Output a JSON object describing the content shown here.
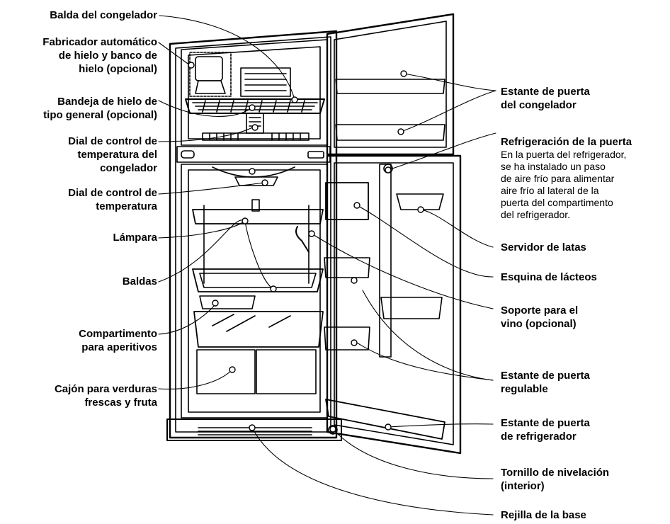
{
  "labels": {
    "balda_congelador": "Balda del congelador",
    "fabricador_hielo": "Fabricador automático\nde hielo y banco de\nhielo (opcional)",
    "bandeja_hielo": "Bandeja de hielo de\ntipo general (opcional)",
    "dial_congelador": "Dial de control de\ntemperatura del\ncongelador",
    "dial_temperatura": "Dial de control de\ntemperatura",
    "lampara": "Lámpara",
    "baldas": "Baldas",
    "compartimento_aperitivos": "Compartimento\npara aperitivos",
    "cajon_verduras": "Cajón para verduras\nfrescas y fruta",
    "estante_puerta_congelador": "Estante de puerta\ndel congelador",
    "refrigeracion_puerta_title": "Refrigeración de la puerta",
    "refrigeracion_puerta_desc": "En la puerta del refrigerador,\nse ha instalado un paso\nde aire frío para alimentar\naire frío al lateral de la\npuerta del compartimento\ndel refrigerador.",
    "servidor_latas": "Servidor de latas",
    "esquina_lacteos": "Esquina de lácteos",
    "soporte_vino": "Soporte para el\nvino (opcional)",
    "estante_regulable": "Estante de puerta\nregulable",
    "estante_refrigerador": "Estante de puerta\nde refrigerador",
    "tornillo_nivelacion": "Tornillo de nivelación\n(interior)",
    "rejilla_base": "Rejilla de la base"
  },
  "colors": {
    "line": "#000000",
    "background": "#ffffff",
    "shade": "#d9d9d9"
  }
}
